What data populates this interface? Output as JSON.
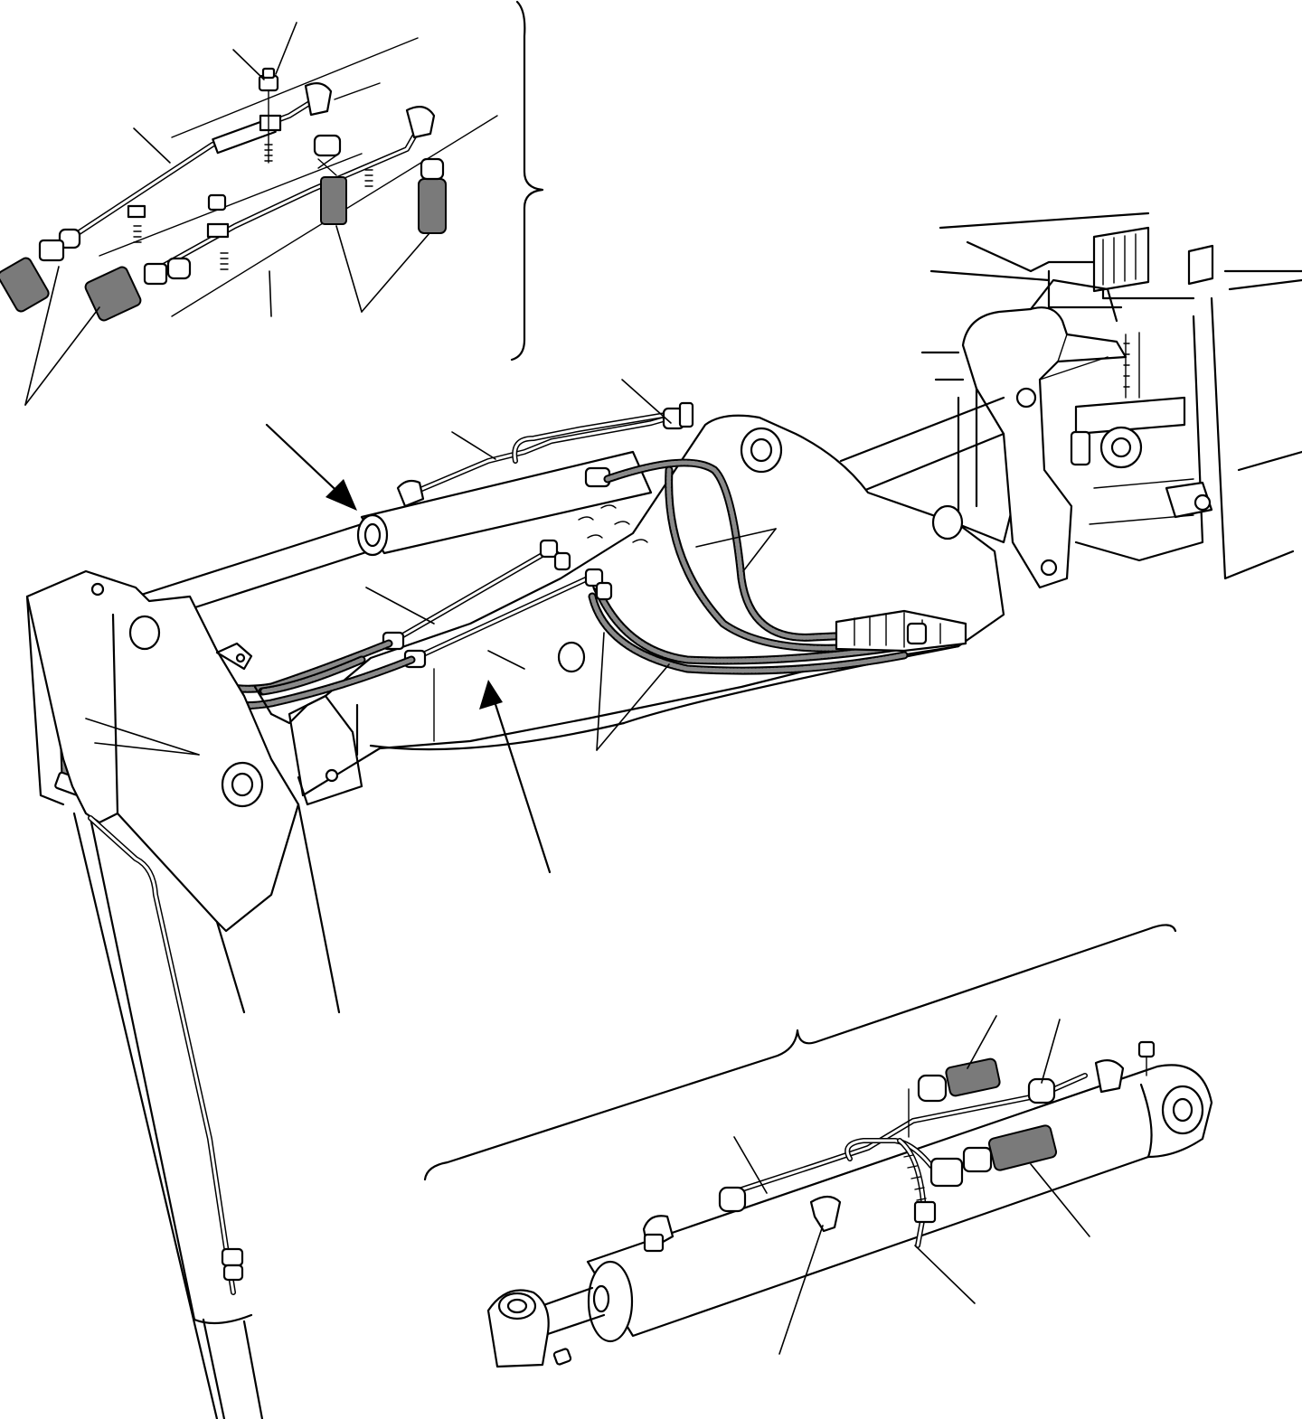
{
  "figure": {
    "label_text": "",
    "colors": {
      "line": "#000000",
      "background": "#ffffff",
      "sleeve": "#7a7a7a"
    }
  },
  "views": {
    "main": {
      "name": "boom-hydraulic-lines-view"
    },
    "top_detail": {
      "name": "pipe-clamp-detail"
    },
    "bottom_detail": {
      "name": "cylinder-detail"
    }
  }
}
